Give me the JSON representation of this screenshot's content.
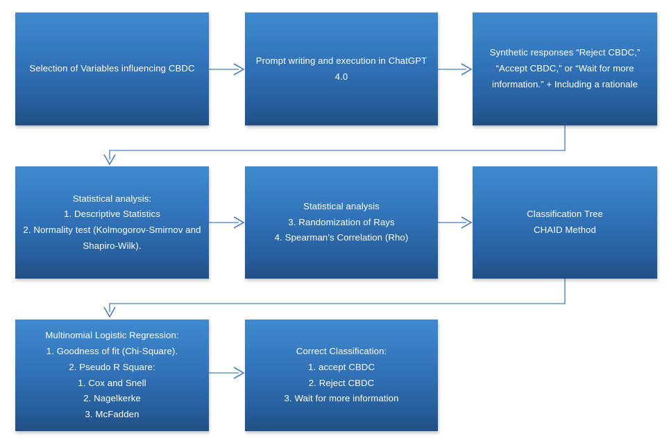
{
  "diagram": {
    "title": "CBDC research methodology flowchart",
    "accent_color": "#2f6fb4",
    "connector_color": "#4a7ebb",
    "node_text_color": "#ffffff",
    "background_color": "#ffffff",
    "nodes": [
      {
        "id": "node-1",
        "row": 1,
        "order": 1,
        "text": "Selection of Variables influencing CBDC"
      },
      {
        "id": "node-2",
        "row": 1,
        "order": 2,
        "text": "Prompt writing and execution in ChatGPT 4.0"
      },
      {
        "id": "node-3",
        "row": 1,
        "order": 3,
        "text": "Synthetic responses “Reject CBDC,” “Accept CBDC,” or “Wait for more information.” + Including a rationale"
      },
      {
        "id": "node-4",
        "row": 2,
        "order": 1,
        "text": "Statistical analysis:\n1. Descriptive Statistics\n2. Normality test (Kolmogorov-Smirnov and Shapiro-Wilk)."
      },
      {
        "id": "node-5",
        "row": 2,
        "order": 2,
        "text": "Statistical analysis\n3. Randomization of Rays\n4. Spearman’s Correlation (Rho)"
      },
      {
        "id": "node-6",
        "row": 2,
        "order": 3,
        "text": "Classification Tree\nCHAID Method"
      },
      {
        "id": "node-7",
        "row": 3,
        "order": 1,
        "text": "Multinomial Logistic Regression:\n1. Goodness of fit (Chi-Square).\n2. Pseudo R Square:\n1. Cox and Snell\n2. Nagelkerke\n3. McFadden"
      },
      {
        "id": "node-8",
        "row": 3,
        "order": 2,
        "text": "Correct Classification:\n1. accept CBDC\n2. Reject CBDC\n3. Wait for more information"
      }
    ],
    "connectors": [
      {
        "id": "conn-1-2",
        "from": "node-1",
        "to": "node-2",
        "kind": "straight-right-arrow"
      },
      {
        "id": "conn-2-3",
        "from": "node-2",
        "to": "node-3",
        "kind": "straight-right-arrow"
      },
      {
        "id": "conn-3-4",
        "from": "node-3",
        "to": "node-4",
        "kind": "elbow-down-left-arrow"
      },
      {
        "id": "conn-4-5",
        "from": "node-4",
        "to": "node-5",
        "kind": "straight-right-arrow"
      },
      {
        "id": "conn-5-6",
        "from": "node-5",
        "to": "node-6",
        "kind": "straight-right-arrow"
      },
      {
        "id": "conn-6-7",
        "from": "node-6",
        "to": "node-7",
        "kind": "elbow-down-left-arrow"
      },
      {
        "id": "conn-7-8",
        "from": "node-7",
        "to": "node-8",
        "kind": "straight-right-arrow"
      }
    ]
  }
}
